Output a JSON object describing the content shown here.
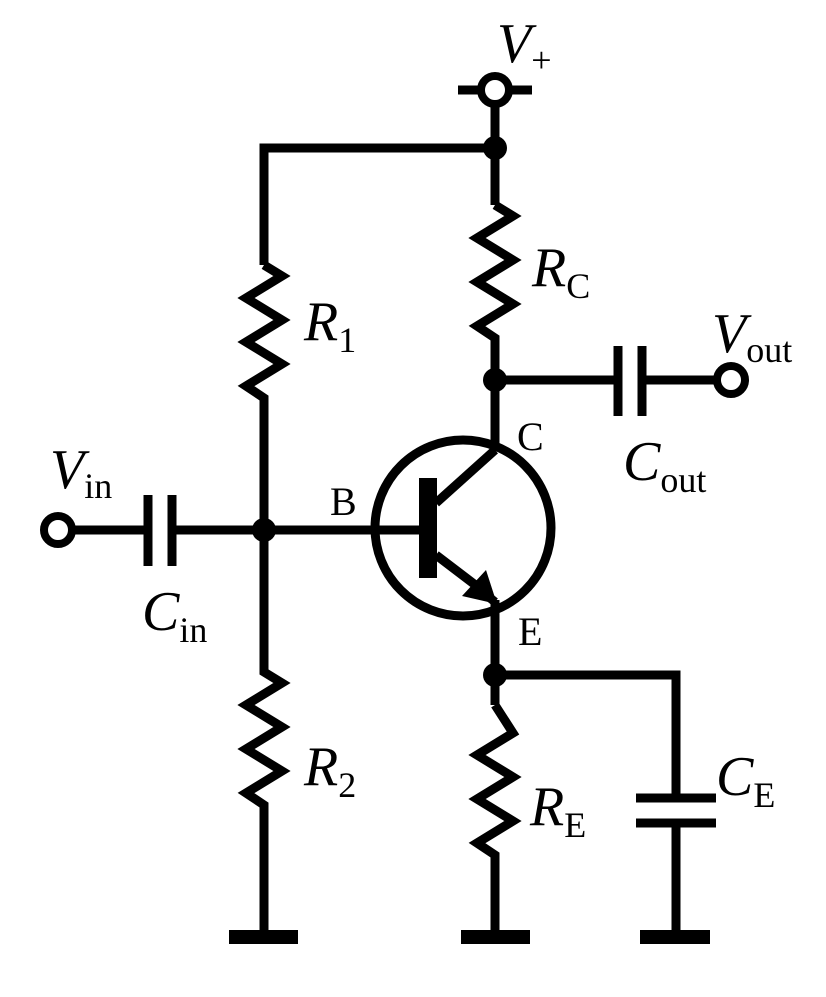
{
  "labels": {
    "v_plus": {
      "main": "V",
      "sub": "+"
    },
    "v_in": {
      "main": "V",
      "sub": "in"
    },
    "v_out": {
      "main": "V",
      "sub": "out"
    },
    "r1": {
      "main": "R",
      "sub": "1"
    },
    "r2": {
      "main": "R",
      "sub": "2"
    },
    "rc": {
      "main": "R",
      "sub": "C"
    },
    "re": {
      "main": "R",
      "sub": "E"
    },
    "c_in": {
      "main": "C",
      "sub": "in"
    },
    "c_out": {
      "main": "C",
      "sub": "out"
    },
    "c_e": {
      "main": "C",
      "sub": "E"
    },
    "pin_b": "B",
    "pin_c": "C",
    "pin_e": "E"
  },
  "colors": {
    "ink": "#000000",
    "background": "#ffffff"
  }
}
